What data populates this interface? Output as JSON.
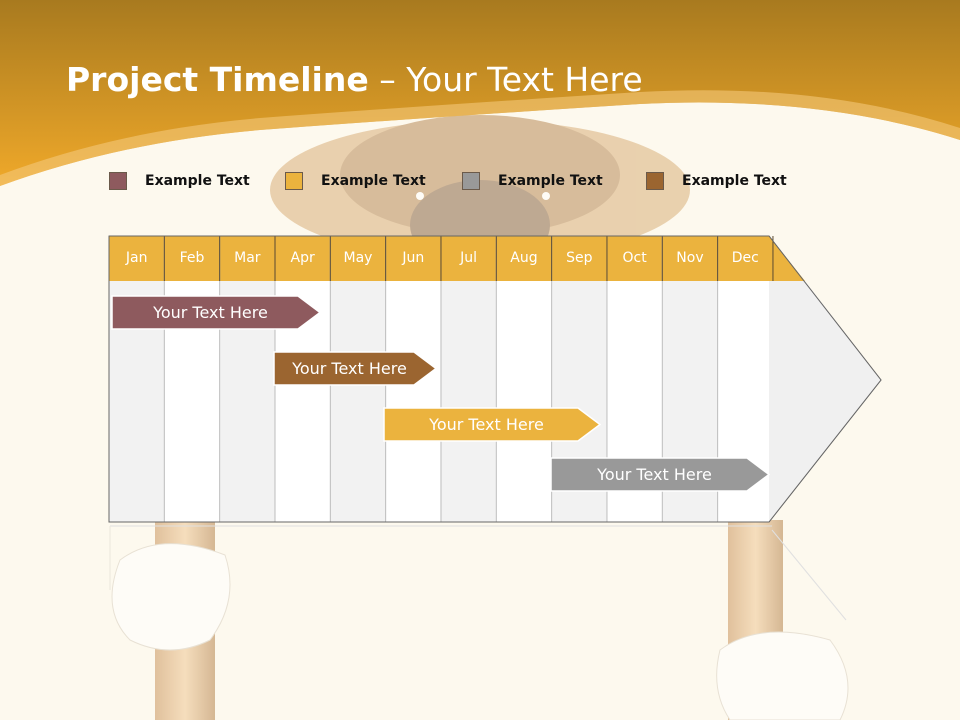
{
  "slide": {
    "title_bold": "Project Timeline",
    "title_rest": " – Your Text Here"
  },
  "legend": [
    {
      "label": "Example Text",
      "color": "#8e5a5e"
    },
    {
      "label": "Example Text",
      "color": "#ebb33e"
    },
    {
      "label": "Example Text",
      "color": "#999999"
    },
    {
      "label": "Example Text",
      "color": "#9b6530"
    }
  ],
  "timeline": {
    "months": [
      "Jan",
      "Feb",
      "Mar",
      "Apr",
      "May",
      "Jun",
      "Jul",
      "Aug",
      "Sep",
      "Oct",
      "Nov",
      "Dec"
    ],
    "tasks": [
      {
        "label": "Your  Text Here",
        "color": "#8e5a5e",
        "start_month": "Jan",
        "end_month": "Apr"
      },
      {
        "label": "Your  Text Here",
        "color": "#9b6530",
        "start_month": "Apr",
        "end_month": "Jun"
      },
      {
        "label": "Your  Text Here",
        "color": "#ebb33e",
        "start_month": "Jun",
        "end_month": "Sep"
      },
      {
        "label": "Your  Text Here",
        "color": "#999999",
        "start_month": "Sep",
        "end_month": "Dec"
      }
    ]
  },
  "colors": {
    "header_orange": "#ebb33e",
    "banner_dark": "#b07f20"
  }
}
